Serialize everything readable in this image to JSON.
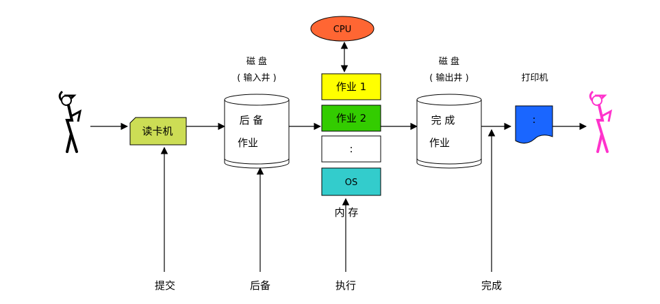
{
  "colors": {
    "cpu_fill": "#ff6633",
    "job1_fill": "#ffff00",
    "job2_fill": "#33cc00",
    "os_fill": "#33cccc",
    "reader_fill": "#ccdd55",
    "printer_fill": "#1a66ff",
    "user_left": "#000000",
    "user_right": "#ff33cc"
  },
  "icons": {
    "left_user": "stick-figure-scratching-head-icon",
    "right_user": "stick-figure-scratching-head-icon",
    "printer": "printer-document-icon",
    "disk": "cylinder-disk-icon"
  },
  "nodes": {
    "cpu": "CPU",
    "card_reader": "读卡机",
    "disk_in": {
      "title": "磁 盘",
      "subtitle": "( 输入井 )",
      "content_line1": "后 备",
      "content_line2": "作业"
    },
    "memory": {
      "job1": "作业 1",
      "job2": "作业 2",
      "ellipsis": ":",
      "os": "OS",
      "caption": "内 存"
    },
    "disk_out": {
      "title": "磁 盘",
      "subtitle": "( 输出井 )",
      "content_line1": "完 成",
      "content_line2": "作业"
    },
    "printer": {
      "title": "打印机",
      "glyph": ":"
    }
  },
  "bottom_labels": {
    "submit": "提交",
    "backup": "后备",
    "execute": "执行",
    "done": "完成"
  }
}
